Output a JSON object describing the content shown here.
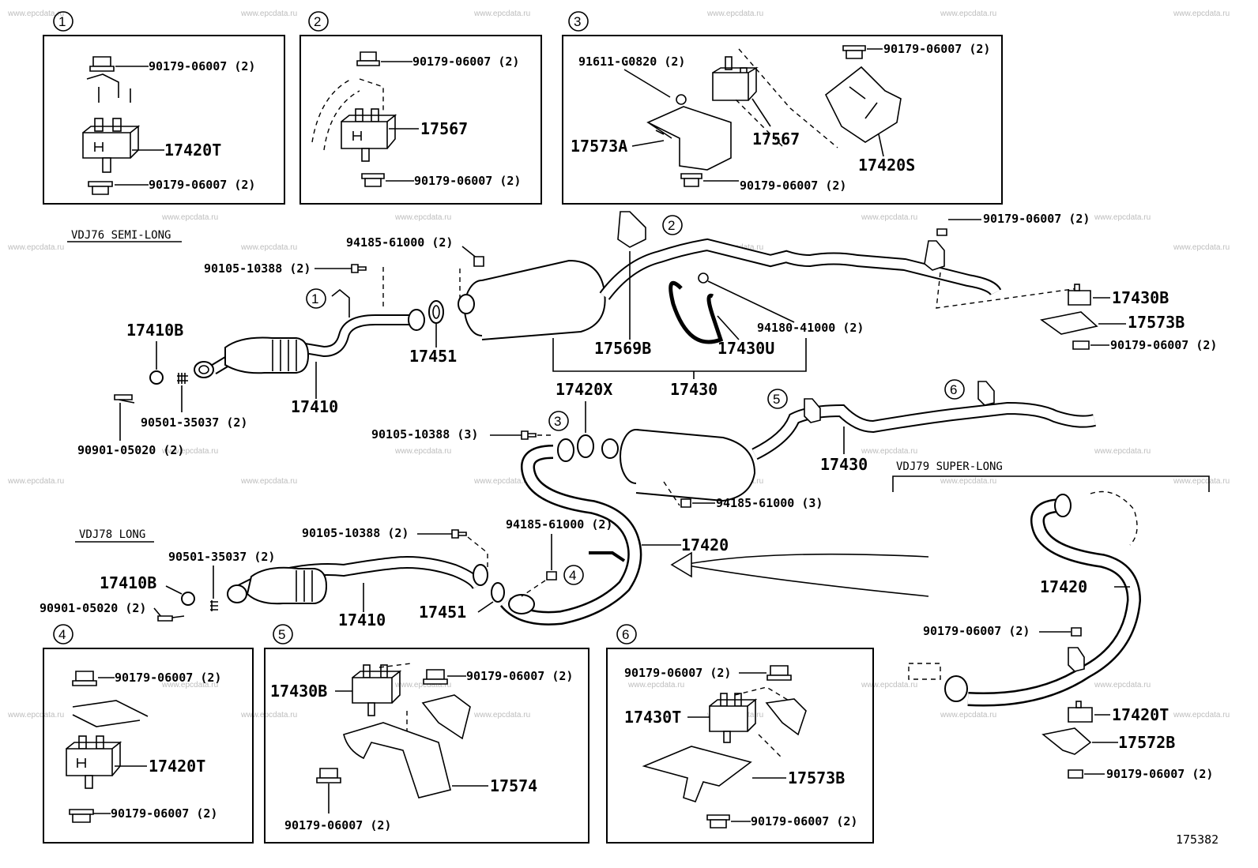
{
  "watermark": "www.epcdata.ru",
  "callouts": [
    "1",
    "2",
    "3",
    "4",
    "5",
    "6"
  ],
  "variants": {
    "semi_long": "VDJ76 SEMI-LONG",
    "long": "VDJ78 LONG",
    "super_long": "VDJ79 SUPER-LONG"
  },
  "parts": {
    "p17420T": "17420T",
    "p17567": "17567",
    "p17573A": "17573A",
    "p17420S": "17420S",
    "p91611": "91611-G0820 (2)",
    "p90179_2": "90179-06007 (2)",
    "p94185_2": "94185-61000 (2)",
    "p90105_2": "90105-10388 (2)",
    "p17410B": "17410B",
    "p17451": "17451",
    "p17410": "17410",
    "p90501": "90501-35037 (2)",
    "p90901": "90901-05020 (2)",
    "p17569B": "17569B",
    "p17430U": "17430U",
    "p17430": "17430",
    "p94180": "94180-41000 (2)",
    "p17430B": "17430B",
    "p17573B": "17573B",
    "p17420X": "17420X",
    "p90105_3": "90105-10388 (3)",
    "p94185_3": "94185-61000 (3)",
    "p17420": "17420",
    "p17574": "17574",
    "p17430T": "17430T",
    "p17572B": "17572B"
  },
  "figure_id": "175382"
}
